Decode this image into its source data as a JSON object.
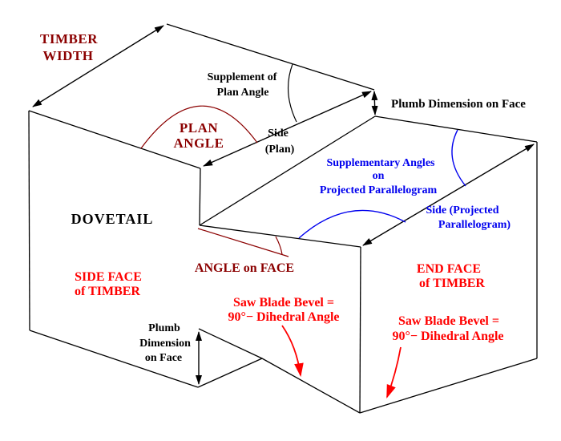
{
  "diagram_title": "Dovetail compound angle diagram",
  "colors": {
    "background": "#ffffff",
    "line_black": "#000000",
    "dark_red": "#8b0000",
    "bright_red": "#ff0000",
    "blue": "#0000ee"
  },
  "labels": {
    "timber_width": [
      "TIMBER",
      "WIDTH"
    ],
    "plan_angle": [
      "PLAN",
      "ANGLE"
    ],
    "supplement": [
      "Supplement of",
      "Plan Angle"
    ],
    "side_plan": [
      "Side",
      "(Plan)"
    ],
    "plumb_top": "Plumb Dimension on Face",
    "supplementary": [
      "Supplementary Angles",
      "on",
      "Projected Parallelogram"
    ],
    "side_projected": [
      "Side (Projected",
      "Parallelogram)"
    ],
    "dovetail": "DOVETAIL",
    "side_face": [
      "SIDE FACE",
      "of TIMBER"
    ],
    "angle_on_face": "ANGLE on FACE",
    "saw_blade_left": [
      "Saw Blade Bevel =",
      "90°− Dihedral Angle"
    ],
    "end_face": [
      "END FACE",
      "of TIMBER"
    ],
    "saw_blade_right": [
      "Saw Blade Bevel =",
      "90°− Dihedral Angle"
    ],
    "plumb_bottom": [
      "Plumb",
      "Dimension",
      "on Face"
    ]
  }
}
